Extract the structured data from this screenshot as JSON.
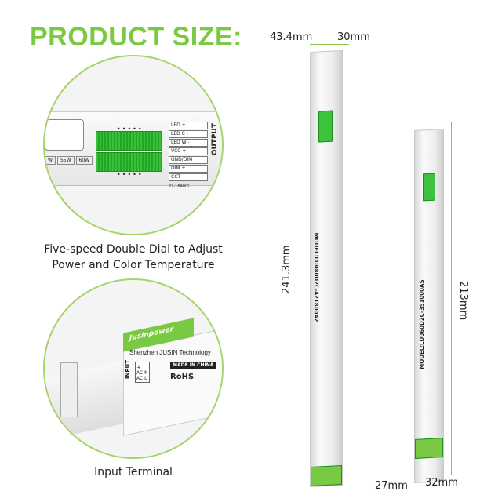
{
  "title": "PRODUCT SIZE:",
  "callouts": [
    {
      "caption": "Five-speed Double Dial to Adjust Power and Color Temperature",
      "terminal_labels": [
        "LED +",
        "LED C -",
        "LED W -",
        "VCC +",
        "GND/DIM",
        "DIM +",
        "CCT +"
      ],
      "output_label": "OUTPUT",
      "wire_label": "22-16AWG",
      "wattage": [
        "W",
        "55W",
        "60W"
      ]
    },
    {
      "caption": "Input Terminal",
      "brand": "Jusinpower",
      "input_label": "INPUT",
      "input_terminals": [
        "⏚",
        "AC N",
        "AC L"
      ],
      "maker": "Shenzhen JUSIN Technology",
      "made_in": "MADE IN CHINA",
      "rohs": "RoHS"
    }
  ],
  "drivers": [
    {
      "model": "MODEL:LD080D2C-421800AZ",
      "length": "241.3mm",
      "width": "43.4mm",
      "height": "30mm"
    },
    {
      "model": "MODEL:LD060D2C-351000AS",
      "length": "213mm",
      "width": "27mm",
      "height": "32mm"
    }
  ],
  "colors": {
    "accent": "#7ac943",
    "dial": "#2fb52f"
  }
}
